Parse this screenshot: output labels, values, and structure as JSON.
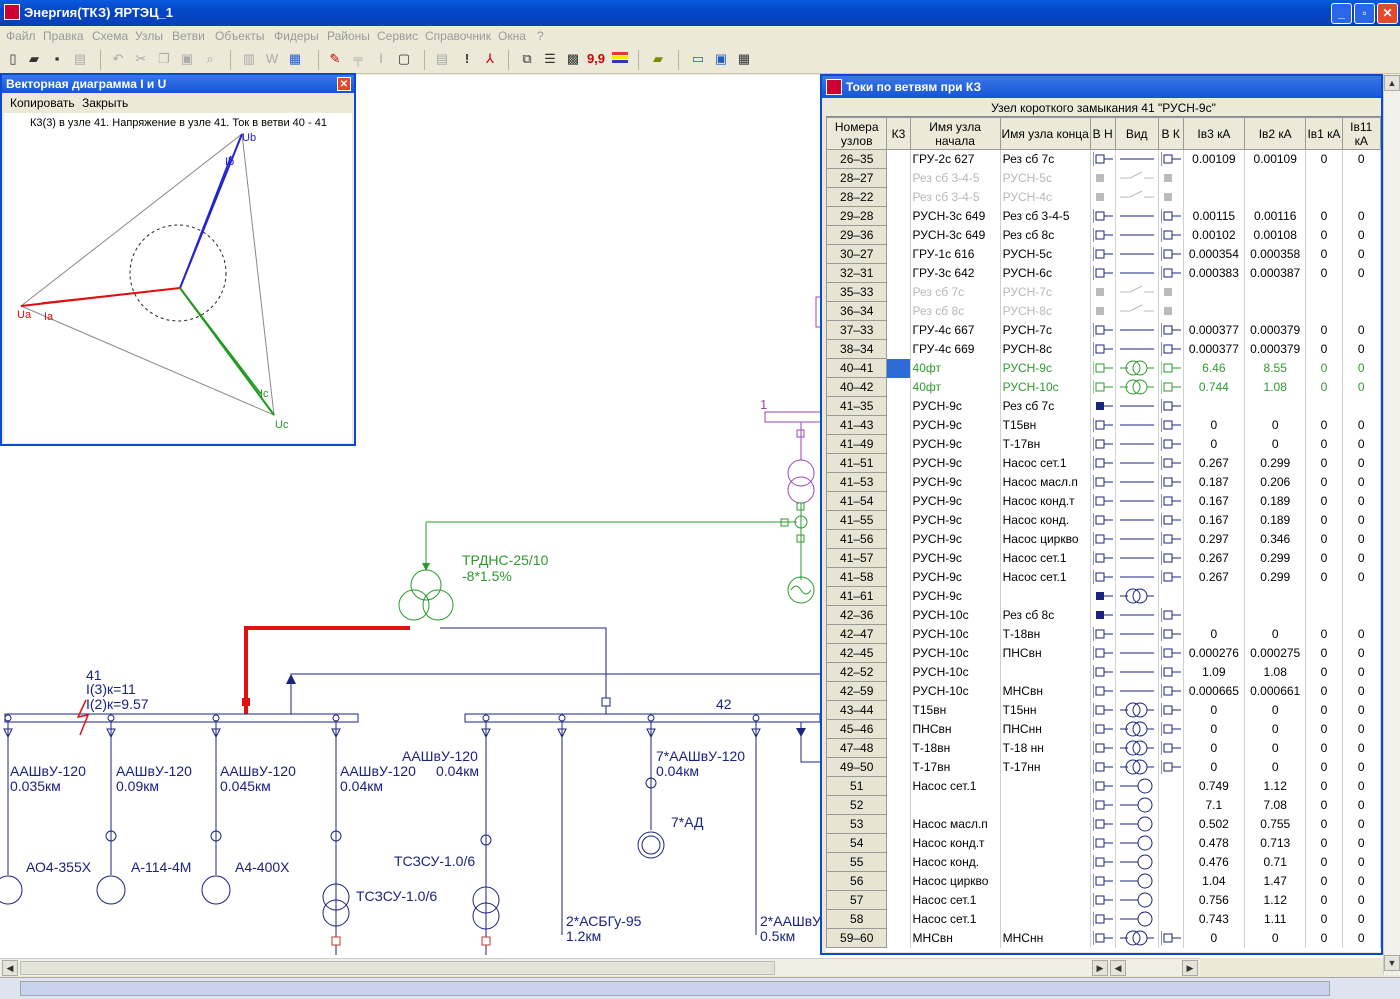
{
  "window": {
    "title": "Энергия(ТКЗ) ЯРТЭЦ_1",
    "btn_min": "_",
    "btn_max": "▫",
    "btn_close": "✕"
  },
  "menu": [
    "Файл",
    "Правка",
    "Схема",
    "Узлы",
    "Ветви",
    "Объекты",
    "Фидеры",
    "Районы",
    "Сервис",
    "Справочник",
    "Окна",
    "?"
  ],
  "toolbar": {
    "num_icon_label": "9,9"
  },
  "vector": {
    "title": "Векторная диаграмма I и U",
    "copy": "Копировать",
    "close": "Закрыть",
    "caption": "К3(3) в узле 41. Напряжение в узле 41. Ток в ветви 40 - 41",
    "labels": {
      "ua": "Ua",
      "ia": "Ia",
      "ub": "Ub",
      "ib": "Ib",
      "uc": "Uc",
      "ic": "Ic"
    }
  },
  "schema": {
    "bus41_num": "41",
    "bus41_i3": "I(3)к=11",
    "bus41_i2": "I(2)к=9.57",
    "bus42_num": "42",
    "bus1_num": "1",
    "transformer": "ТРДНС-25/10",
    "transformer_tap": "-8*1.5%",
    "feeders": [
      {
        "cable": "ААШвУ-120",
        "len": "0.035км",
        "motor": "АО4-355Х"
      },
      {
        "cable": "ААШвУ-120",
        "len": "0.09км",
        "motor": "А-114-4М"
      },
      {
        "cable": "ААШвУ-120",
        "len": "0.045км",
        "motor": "А4-400Х"
      },
      {
        "cable": "ААШвУ-120",
        "len": "0.04км",
        "motor": "ТСЗСУ-1.0/6"
      }
    ],
    "bus42_feeders": [
      {
        "cable": "ААШвУ-120",
        "len": "0.04км",
        "load": "ТСЗСУ-1.0/6"
      },
      {
        "cable": "2*АСБГу-95",
        "len": "1.2км"
      },
      {
        "cable": "7*ААШвУ-120",
        "len": "0.04км",
        "motor": "7*АД"
      },
      {
        "cable": "2*ААШвУ",
        "len": "0.5км"
      }
    ]
  },
  "currents": {
    "title": "Токи по ветвям при КЗ",
    "node_header": "Узел короткого замыкания 41 \"РУСН-9с\"",
    "columns": {
      "nodes": "Номера узлов",
      "kz": "К3",
      "start": "Имя узла начала",
      "end": "Имя узла конца",
      "vn": "В Н",
      "vid": "Вид",
      "vk": "В К",
      "iv3": "Iв3 кА",
      "iv2": "Iв2 кА",
      "iv1": "Iв1 кА",
      "iv11": "Iв11 кА"
    },
    "rows": [
      {
        "n": "26–35",
        "a": "ГРУ-2с 627",
        "b": "Рез сб 7с",
        "v3": "0.00109",
        "v2": "0.00109",
        "v1": "0",
        "v11": "0",
        "t": "line"
      },
      {
        "n": "28–27",
        "a": "Рез сб 3-4-5",
        "b": "РУСН-5с",
        "v3": "",
        "v2": "",
        "v1": "",
        "v11": "",
        "t": "sw",
        "dis": true
      },
      {
        "n": "28–22",
        "a": "Рез сб 3-4-5",
        "b": "РУСН-4с",
        "v3": "",
        "v2": "",
        "v1": "",
        "v11": "",
        "t": "sw",
        "dis": true
      },
      {
        "n": "29–28",
        "a": "РУСН-3с 649",
        "b": "Рез сб 3-4-5",
        "v3": "0.00115",
        "v2": "0.00116",
        "v1": "0",
        "v11": "0",
        "t": "line"
      },
      {
        "n": "29–36",
        "a": "РУСН-3с 649",
        "b": "Рез сб 8с",
        "v3": "0.00102",
        "v2": "0.00108",
        "v1": "0",
        "v11": "0",
        "t": "line"
      },
      {
        "n": "30–27",
        "a": "ГРУ-1с 616",
        "b": "РУСН-5с",
        "v3": "0.000354",
        "v2": "0.000358",
        "v1": "0",
        "v11": "0",
        "t": "line"
      },
      {
        "n": "32–31",
        "a": "ГРУ-3с 642",
        "b": "РУСН-6с",
        "v3": "0.000383",
        "v2": "0.000387",
        "v1": "0",
        "v11": "0",
        "t": "line"
      },
      {
        "n": "35–33",
        "a": "Рез сб 7с",
        "b": "РУСН-7с",
        "v3": "",
        "v2": "",
        "v1": "",
        "v11": "",
        "t": "sw",
        "dis": true
      },
      {
        "n": "36–34",
        "a": "Рез сб 8с",
        "b": "РУСН-8с",
        "v3": "",
        "v2": "",
        "v1": "",
        "v11": "",
        "t": "sw",
        "dis": true
      },
      {
        "n": "37–33",
        "a": "ГРУ-4с 667",
        "b": "РУСН-7с",
        "v3": "0.000377",
        "v2": "0.000379",
        "v1": "0",
        "v11": "0",
        "t": "line"
      },
      {
        "n": "38–34",
        "a": "ГРУ-4с 669",
        "b": "РУСН-8с",
        "v3": "0.000377",
        "v2": "0.000379",
        "v1": "0",
        "v11": "0",
        "t": "line"
      },
      {
        "n": "40–41",
        "a": "40фт",
        "b": "РУСН-9с",
        "v3": "6.46",
        "v2": "8.55",
        "v1": "0",
        "v11": "0",
        "t": "tr",
        "grn": true,
        "sel": true
      },
      {
        "n": "40–42",
        "a": "40фт",
        "b": "РУСН-10с",
        "v3": "0.744",
        "v2": "1.08",
        "v1": "0",
        "v11": "0",
        "t": "tr",
        "grn": true
      },
      {
        "n": "41–35",
        "a": "РУСН-9с",
        "b": "Рез сб 7с",
        "v3": "",
        "v2": "",
        "v1": "",
        "v11": "",
        "t": "open"
      },
      {
        "n": "41–43",
        "a": "РУСН-9с",
        "b": "Т15вн",
        "v3": "0",
        "v2": "0",
        "v1": "0",
        "v11": "0",
        "t": "line"
      },
      {
        "n": "41–49",
        "a": "РУСН-9с",
        "b": "Т-17вн",
        "v3": "0",
        "v2": "0",
        "v1": "0",
        "v11": "0",
        "t": "line"
      },
      {
        "n": "41–51",
        "a": "РУСН-9с",
        "b": "Насос сет.1",
        "v3": "0.267",
        "v2": "0.299",
        "v1": "0",
        "v11": "0",
        "t": "line"
      },
      {
        "n": "41–53",
        "a": "РУСН-9с",
        "b": "Насос масл.п",
        "v3": "0.187",
        "v2": "0.206",
        "v1": "0",
        "v11": "0",
        "t": "line"
      },
      {
        "n": "41–54",
        "a": "РУСН-9с",
        "b": "Насос конд.т",
        "v3": "0.167",
        "v2": "0.189",
        "v1": "0",
        "v11": "0",
        "t": "line"
      },
      {
        "n": "41–55",
        "a": "РУСН-9с",
        "b": "Насос конд.",
        "v3": "0.167",
        "v2": "0.189",
        "v1": "0",
        "v11": "0",
        "t": "line"
      },
      {
        "n": "41–56",
        "a": "РУСН-9с",
        "b": "Насос циркво",
        "v3": "0.297",
        "v2": "0.346",
        "v1": "0",
        "v11": "0",
        "t": "line"
      },
      {
        "n": "41–57",
        "a": "РУСН-9с",
        "b": "Насос сет.1",
        "v3": "0.267",
        "v2": "0.299",
        "v1": "0",
        "v11": "0",
        "t": "line"
      },
      {
        "n": "41–58",
        "a": "РУСН-9с",
        "b": "Насос сет.1",
        "v3": "0.267",
        "v2": "0.299",
        "v1": "0",
        "v11": "0",
        "t": "line"
      },
      {
        "n": "41–61",
        "a": "РУСН-9с",
        "b": "",
        "v3": "",
        "v2": "",
        "v1": "",
        "v11": "",
        "t": "trx"
      },
      {
        "n": "42–36",
        "a": "РУСН-10с",
        "b": "Рез сб 8с",
        "v3": "",
        "v2": "",
        "v1": "",
        "v11": "",
        "t": "open"
      },
      {
        "n": "42–47",
        "a": "РУСН-10с",
        "b": "Т-18вн",
        "v3": "0",
        "v2": "0",
        "v1": "0",
        "v11": "0",
        "t": "line"
      },
      {
        "n": "42–45",
        "a": "РУСН-10с",
        "b": "ПНСвн",
        "v3": "0.000276",
        "v2": "0.000275",
        "v1": "0",
        "v11": "0",
        "t": "line"
      },
      {
        "n": "42–52",
        "a": "РУСН-10с",
        "b": "",
        "v3": "1.09",
        "v2": "1.08",
        "v1": "0",
        "v11": "0",
        "t": "line"
      },
      {
        "n": "42–59",
        "a": "РУСН-10с",
        "b": "МНСвн",
        "v3": "0.000665",
        "v2": "0.000661",
        "v1": "0",
        "v11": "0",
        "t": "line"
      },
      {
        "n": "43–44",
        "a": "Т15вн",
        "b": "Т15нн",
        "v3": "0",
        "v2": "0",
        "v1": "0",
        "v11": "0",
        "t": "tr"
      },
      {
        "n": "45–46",
        "a": "ПНСвн",
        "b": "ПНСнн",
        "v3": "0",
        "v2": "0",
        "v1": "0",
        "v11": "0",
        "t": "tr"
      },
      {
        "n": "47–48",
        "a": "Т-18вн",
        "b": "Т-18 нн",
        "v3": "0",
        "v2": "0",
        "v1": "0",
        "v11": "0",
        "t": "tr"
      },
      {
        "n": "49–50",
        "a": "Т-17вн",
        "b": "Т-17нн",
        "v3": "0",
        "v2": "0",
        "v1": "0",
        "v11": "0",
        "t": "tr"
      },
      {
        "n": "51",
        "a": "Насос сет.1",
        "b": "",
        "v3": "0.749",
        "v2": "1.12",
        "v1": "0",
        "v11": "0",
        "t": "motor"
      },
      {
        "n": "52",
        "a": "",
        "b": "",
        "v3": "7.1",
        "v2": "7.08",
        "v1": "0",
        "v11": "0",
        "t": "motor"
      },
      {
        "n": "53",
        "a": "Насос масл.п",
        "b": "",
        "v3": "0.502",
        "v2": "0.755",
        "v1": "0",
        "v11": "0",
        "t": "motor"
      },
      {
        "n": "54",
        "a": "Насос конд.т",
        "b": "",
        "v3": "0.478",
        "v2": "0.713",
        "v1": "0",
        "v11": "0",
        "t": "motor"
      },
      {
        "n": "55",
        "a": "Насос конд.",
        "b": "",
        "v3": "0.476",
        "v2": "0.71",
        "v1": "0",
        "v11": "0",
        "t": "motor"
      },
      {
        "n": "56",
        "a": "Насос циркво",
        "b": "",
        "v3": "1.04",
        "v2": "1.47",
        "v1": "0",
        "v11": "0",
        "t": "motor"
      },
      {
        "n": "57",
        "a": "Насос сет.1",
        "b": "",
        "v3": "0.756",
        "v2": "1.12",
        "v1": "0",
        "v11": "0",
        "t": "motor"
      },
      {
        "n": "58",
        "a": "Насос сет.1",
        "b": "",
        "v3": "0.743",
        "v2": "1.11",
        "v1": "0",
        "v11": "0",
        "t": "motor"
      },
      {
        "n": "59–60",
        "a": "МНСвн",
        "b": "МНСнн",
        "v3": "0",
        "v2": "0",
        "v1": "0",
        "v11": "0",
        "t": "tr"
      }
    ]
  },
  "colors": {
    "title_blue": "#0a4ad0",
    "fault_red": "#e01010",
    "green": "#2d9a2d",
    "navy": "#1a237e",
    "purple": "#9b45b3",
    "disabled": "#b7b7b7"
  }
}
